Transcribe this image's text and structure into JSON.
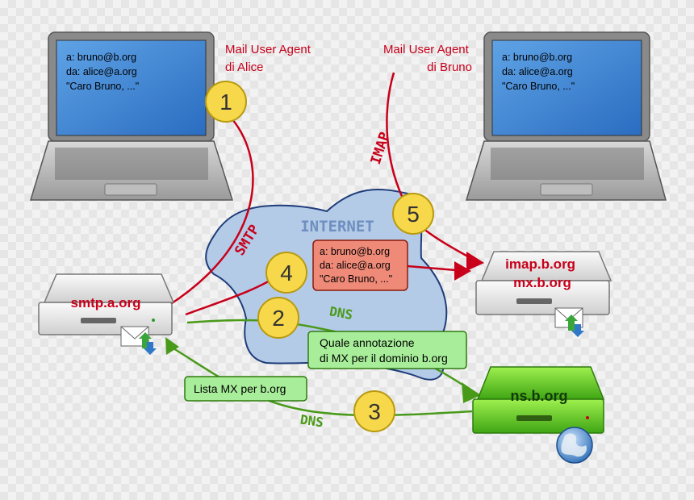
{
  "labels": {
    "mua_alice": [
      "Mail User Agent",
      "di Alice"
    ],
    "mua_bruno": [
      "Mail User Agent",
      "di Bruno"
    ],
    "internet": "INTERNET",
    "smtp": "SMTP",
    "imap": "IMAP",
    "dns_upper": "DNS",
    "dns_lower": "DNS"
  },
  "laptops": {
    "alice_screen": [
      "a: bruno@b.org",
      "da: alice@a.org",
      "\"Caro Bruno, ...\""
    ],
    "bruno_screen": [
      "a: bruno@b.org",
      "da: alice@a.org",
      "\"Caro Bruno, ...\""
    ]
  },
  "message_box": [
    "a: bruno@b.org",
    "da: alice@a.org",
    "\"Caro Bruno, ...\""
  ],
  "servers": {
    "smtp": [
      "smtp.a.org"
    ],
    "imap": [
      "imap.b.org",
      "mx.b.org"
    ],
    "ns": [
      "ns.b.org"
    ]
  },
  "query_box": [
    "Quale annotazione",
    "di MX per il dominio b.org"
  ],
  "reply_box": "Lista MX per b.org",
  "steps": [
    "1",
    "2",
    "3",
    "4",
    "5"
  ],
  "colors": {
    "red": "#c8001a",
    "green": "#4a9a1a",
    "cloud": "#b4cbe8",
    "badge": "#f6d84a",
    "ns_green": "#6fd22a"
  }
}
